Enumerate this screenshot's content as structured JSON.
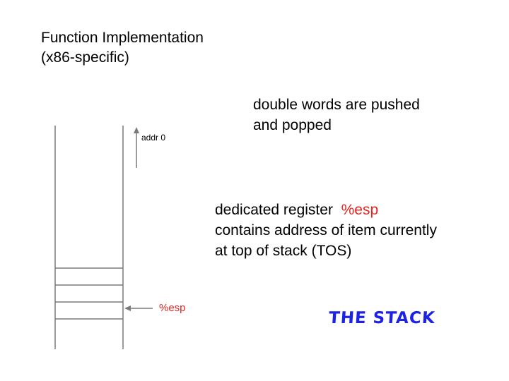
{
  "title": {
    "line1": "Function Implementation",
    "line2": "(x86-specific)"
  },
  "notes": {
    "push_pop": {
      "line1": "double words are pushed",
      "line2": "and popped"
    },
    "register": {
      "line1_prefix": "dedicated register",
      "register_name": "%esp",
      "line2": "contains address of item currently",
      "line3": "at top of stack (TOS)"
    }
  },
  "diagram": {
    "addr_label": "addr 0",
    "pointer_label": "%esp",
    "slot_count": 4
  },
  "stack_caption": "The Stack",
  "colors": {
    "text": "#000000",
    "register_red": "#e8231f",
    "caption_blue": "#1d23e6",
    "line_gray": "#7a7a7a"
  }
}
